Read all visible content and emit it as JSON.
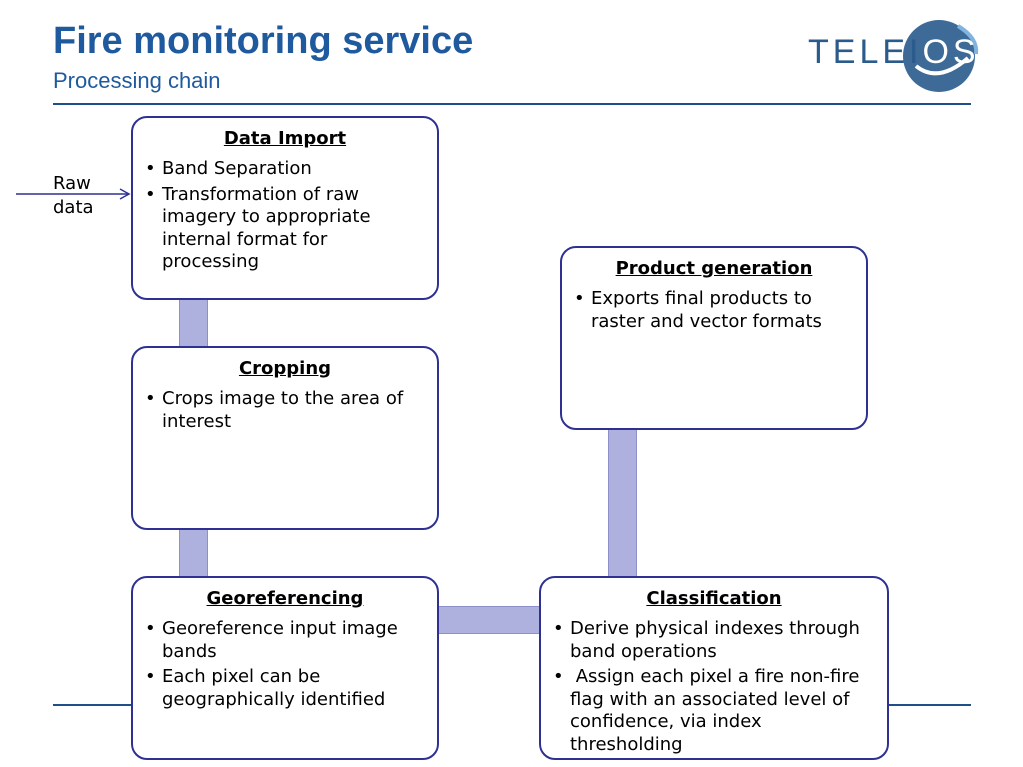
{
  "header": {
    "title": "Fire monitoring service",
    "subtitle": "Processing chain",
    "logo_text": "TELEIOS"
  },
  "input": {
    "label": "Raw data"
  },
  "boxes": {
    "data_import": {
      "title": "Data Import",
      "bullets": [
        "Band Separation",
        "Transformation of raw imagery to appropriate internal format for processing"
      ]
    },
    "cropping": {
      "title": "Cropping",
      "bullets": [
        "Crops image to the area of interest"
      ]
    },
    "georeferencing": {
      "title": "Georeferencing",
      "bullets": [
        "Georeference input image bands",
        "Each pixel can be geographically identified"
      ]
    },
    "classification": {
      "title": "Classification",
      "bullets": [
        "Derive physical indexes through band operations",
        " Assign each pixel a fire non-fire flag with an associated level of confidence, via index thresholding"
      ]
    },
    "product_generation": {
      "title": "Product generation",
      "bullets": [
        "Exports final products to raster and vector formats"
      ]
    }
  },
  "colors": {
    "title": "#1f5a9e",
    "box_border": "#2e3192",
    "connector": "#aeb0dd",
    "rule": "#1f4f8a"
  }
}
